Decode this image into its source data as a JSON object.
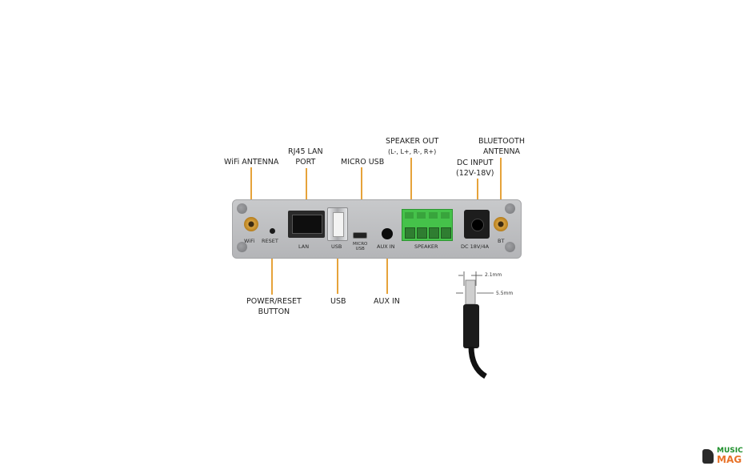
{
  "callouts": {
    "wifi_antenna": "WiFi ANTENNA",
    "rj45_line1": "RJ45 LAN",
    "rj45_line2": "PORT",
    "micro_usb": "MICRO USB",
    "speaker_out_line1": "SPEAKER OUT",
    "speaker_out_line2": "(L-, L+, R-, R+)",
    "dc_input_line1": "DC INPUT",
    "dc_input_line2": "(12V-18V)",
    "bt_antenna_line1": "BLUETOOTH",
    "bt_antenna_line2": "ANTENNA",
    "power_reset_line1": "POWER/RESET",
    "power_reset_line2": "BUTTON",
    "usb": "USB",
    "aux_in": "AUX IN"
  },
  "panel_labels": {
    "wifi": "WiFi",
    "reset": "RESET",
    "lan": "LAN",
    "usb": "USB",
    "micro_usb_line1": "MICRO",
    "micro_usb_line2": "USB",
    "aux_in": "AUX IN",
    "speaker": "SPEAKER",
    "dc": "DC 18V/4A",
    "bt": "BT"
  },
  "plug_dimensions": {
    "inner": "2.1mm",
    "outer": "5.5mm"
  },
  "watermark": {
    "line1": "MUSIC",
    "line2": "MAG"
  },
  "colors": {
    "callout_line": "#e6a33a",
    "terminal_green": "#45c24a",
    "panel_gray": "#bdbec1"
  }
}
